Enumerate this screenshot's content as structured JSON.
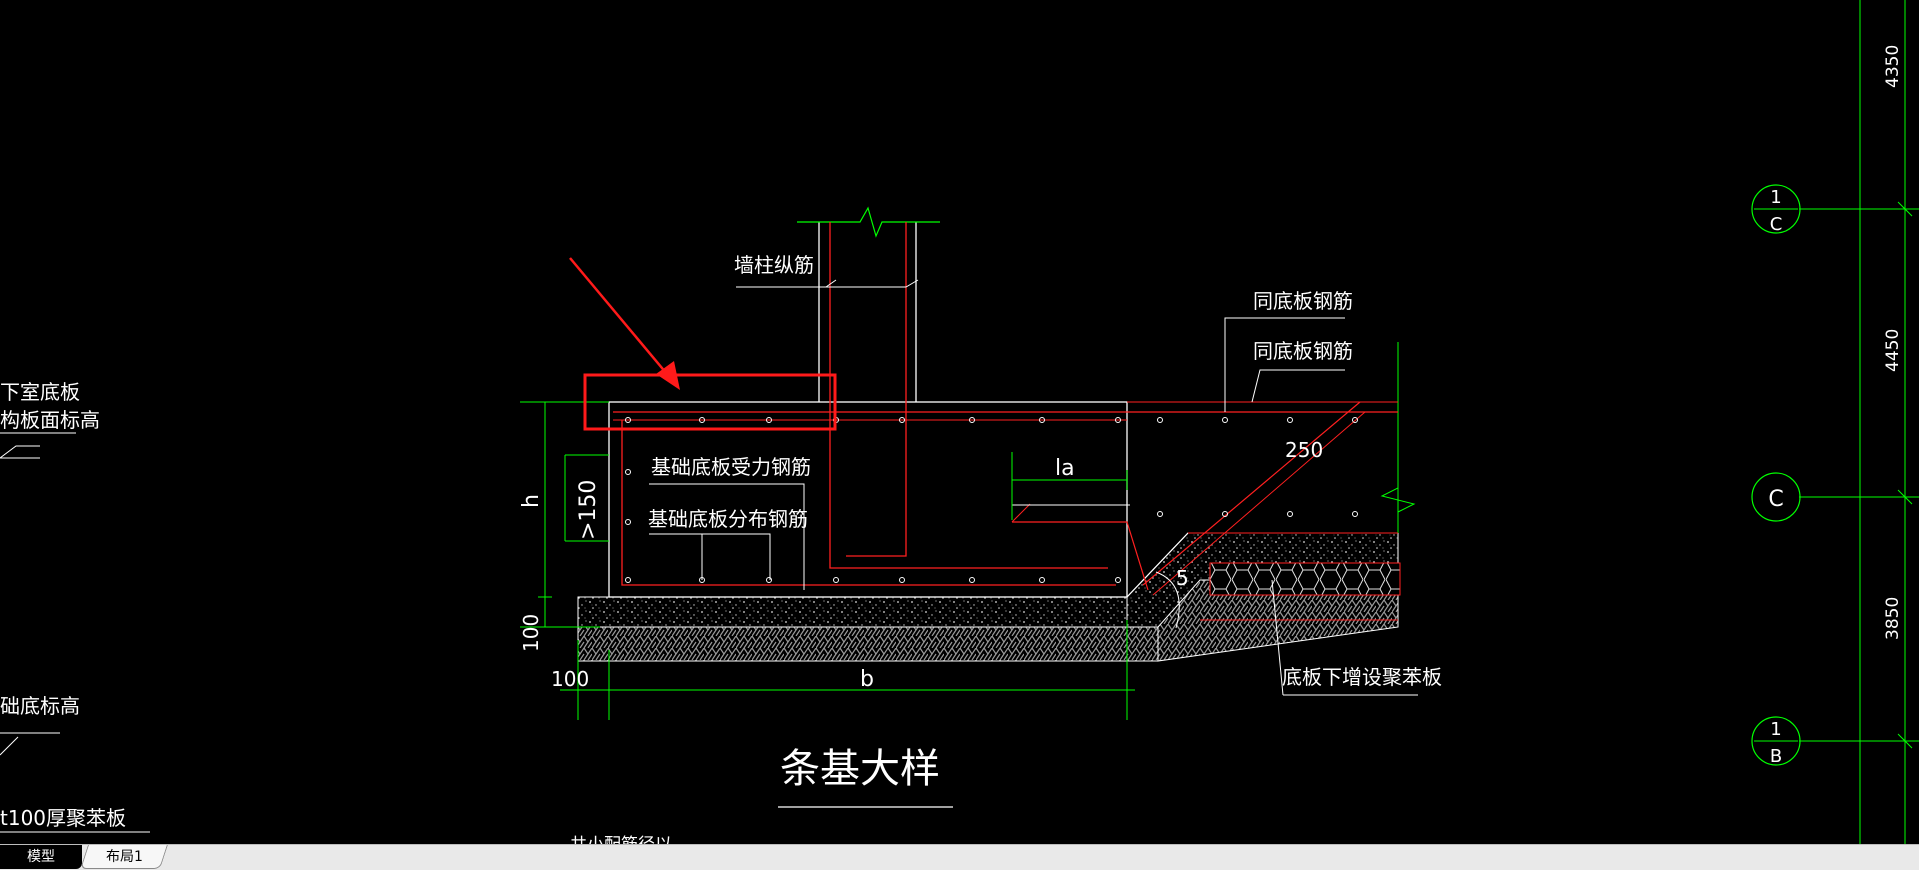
{
  "drawing": {
    "title": "条基大样",
    "labels": {
      "wall_column_rebar": "墙柱纵筋",
      "same_as_bottom_rebar_1": "同底板钢筋",
      "same_as_bottom_rebar_2": "同底板钢筋",
      "main_rebar": "基础底板受力钢筋",
      "dist_rebar": "基础底板分布钢筋",
      "foam_board": "底板下增设聚苯板",
      "left_basement_1": "下室底板",
      "left_basement_2": "构板面标高",
      "left_foundation_elev": "础底标高",
      "left_foam_100": "t100厚聚苯板",
      "cut_text": "共小配筋径以"
    },
    "dims": {
      "h": "h",
      "gt150": ">150",
      "la": "la",
      "d250": "250",
      "d100_v": "100",
      "d100_h": "100",
      "b": "b",
      "slope": "5"
    },
    "axis": {
      "dim_top": "4350",
      "dim_mid": "4450",
      "dim_bot": "3850",
      "bubble_1c_top": "1",
      "bubble_1c_bot": "C",
      "bubble_c": "C",
      "bubble_1b_top": "1",
      "bubble_1b_bot": "B"
    },
    "colors": {
      "background": "#000000",
      "concrete_outline": "#ffffff",
      "rebar": "#ff2020",
      "dimension": "#00ff00",
      "axis_line": "#00ff00",
      "highlight": "#ff1a1a"
    }
  },
  "tabs": {
    "model": "模型",
    "layout1": "布局1"
  }
}
